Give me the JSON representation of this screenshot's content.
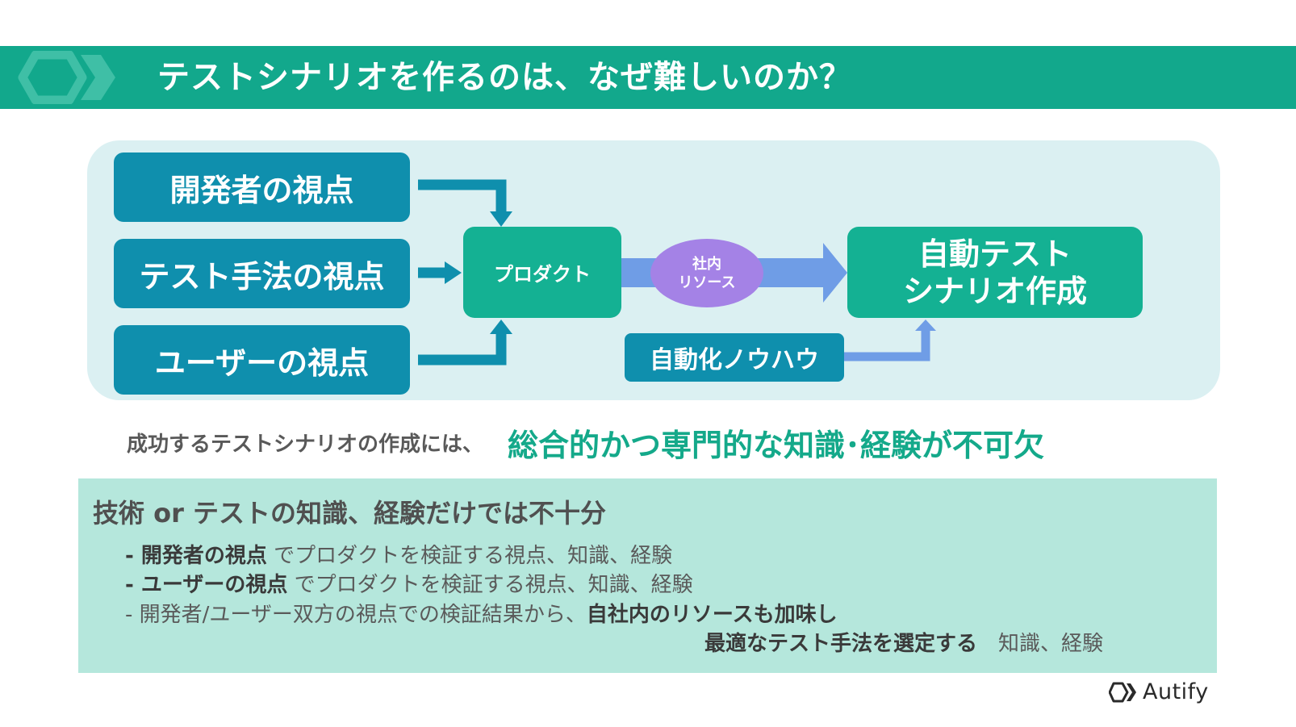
{
  "title": "テストシナリオを作るのは、なぜ難しいのか？",
  "colors": {
    "accent": "#12a88c",
    "diagram_background": "#dbf0f2",
    "viewpoint_box": "#0f8fad",
    "product_box": "#14b193",
    "resource_ellipse": "#a482e6",
    "flow_arrow": "#6f9de6",
    "detail_background": "#b5e7dc"
  },
  "diagram": {
    "viewpoints": [
      "開発者の視点",
      "テスト手法の視点",
      "ユーザーの視点"
    ],
    "product": "プロダクト",
    "resource_line1": "社内",
    "resource_line2": "リソース",
    "result_line1": "自動テスト",
    "result_line2": "シナリオ作成",
    "knowhow": "自動化ノウハウ"
  },
  "summary": {
    "prefix": "成功するテストシナリオの作成には、",
    "emphasis": "総合的かつ専門的な知識･経験が不可欠"
  },
  "detail": {
    "heading": "技術 or テストの知識、経験だけでは不十分",
    "line1_strong": "- 開発者の視点",
    "line1_rest": " でプロダクトを検証する視点、知識、経験",
    "line2_strong": "- ユーザーの視点",
    "line2_rest": " でプロダクトを検証する視点、知識、経験",
    "line3_normal": "- 開発者/ユーザー双方の視点での検証結果から、",
    "line3_strong": "自社内のリソースも加味し",
    "line4_strong": "最適なテスト手法を選定する",
    "line4_rest": "　知識、経験"
  },
  "brand": {
    "name": "Autify",
    "icon": "autify-logo-icon"
  }
}
